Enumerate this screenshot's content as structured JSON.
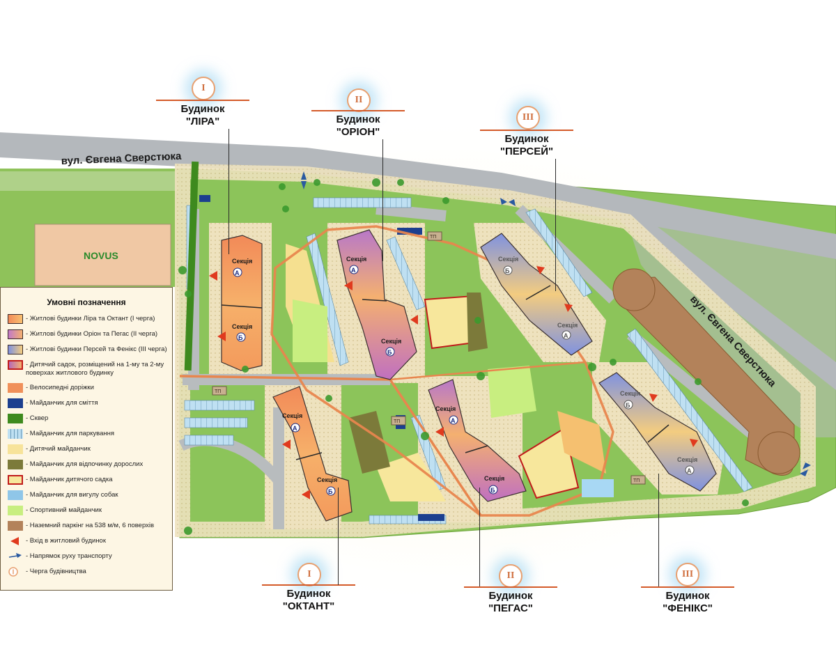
{
  "streets": {
    "top": "вул. Євгена Сверстюка",
    "right": "вул. Євгена Сверстюка"
  },
  "store": {
    "name": "NOVUS"
  },
  "buildings": [
    {
      "id": "lira",
      "prefix": "Будинок",
      "name": "\"ЛІРА\"",
      "queue": "I"
    },
    {
      "id": "orion",
      "prefix": "Будинок",
      "name": "\"ОРІОН\"",
      "queue": "II"
    },
    {
      "id": "persei",
      "prefix": "Будинок",
      "name": "\"ПЕРСЕЙ\"",
      "queue": "III"
    },
    {
      "id": "oktant",
      "prefix": "Будинок",
      "name": "\"ОКТАНТ\"",
      "queue": "I"
    },
    {
      "id": "pegas",
      "prefix": "Будинок",
      "name": "\"ПЕГАС\"",
      "queue": "II"
    },
    {
      "id": "feniks",
      "prefix": "Будинок",
      "name": "\"ФЕНІКС\"",
      "queue": "III"
    }
  ],
  "sections": {
    "label": "Секція",
    "a": "А",
    "b": "Б"
  },
  "tp_label": "ТП",
  "legend": {
    "title": "Умовні позначення",
    "items": [
      {
        "key": "phase1",
        "text": "- Житлові будинки  Ліра та Октант (І черга)",
        "color": "#f59a5a"
      },
      {
        "key": "phase2",
        "text": "- Житлові будинки  Оріон та Пегас (ІІ черга)",
        "color": "#c27ac8"
      },
      {
        "key": "phase3",
        "text": "- Житлові будинки  Персей та Фенікс (ІІІ черга)",
        "color": "#7f92e0"
      },
      {
        "key": "kindergarten",
        "text": "- Дитячий садок, розміщений на 1-му та 2-му поверхах житлового будинку",
        "color": "#b76ab8"
      },
      {
        "key": "bike",
        "text": "- Велосипедні доріжки",
        "color": "#f0905a"
      },
      {
        "key": "trash",
        "text": "- Майданчик для сміття",
        "color": "#1c3f8f"
      },
      {
        "key": "square",
        "text": "- Сквер",
        "color": "#3e8a1e"
      },
      {
        "key": "parking",
        "text": "- Майданчик для паркування",
        "color": "#a8d4ec"
      },
      {
        "key": "playground",
        "text": "- Дитячий майданчик",
        "color": "#f7e39a"
      },
      {
        "key": "adults",
        "text": "- Майданчик для відпочинку дорослих",
        "color": "#7c7a3a"
      },
      {
        "key": "kinder-yard",
        "text": "- Майданчик дитячого садка",
        "color": "#f7e79c"
      },
      {
        "key": "dogs",
        "text": "- Майданчик для вигулу собак",
        "color": "#8fc6e8"
      },
      {
        "key": "sport",
        "text": "- Спортивний майданчик",
        "color": "#c8ee80"
      },
      {
        "key": "garage",
        "text": "- Наземний паркінг на 538 м/м, 6 поверхів",
        "color": "#b3825a"
      },
      {
        "key": "entrance",
        "text": "- Вхід в житловий будинок",
        "color": "#e03a1e"
      },
      {
        "key": "traffic",
        "text": "- Напрямок руху транспорту",
        "color": "#2a5aa0"
      },
      {
        "key": "queue",
        "text": "- Черга будівництва",
        "color": "#e8a070"
      }
    ]
  }
}
